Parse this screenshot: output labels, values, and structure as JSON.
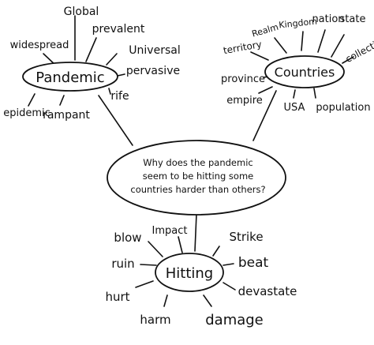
{
  "colors": {
    "ink": "#111111",
    "background": "#ffffff"
  },
  "question": {
    "lines": [
      "Why does the pandemic",
      "seem to be hitting some",
      "countries harder than others?"
    ]
  },
  "pandemic": {
    "label": "Pandemic",
    "words": [
      "Global",
      "prevalent",
      "widespread",
      "Universal",
      "pervasive",
      "rife",
      "epidemic",
      "rampant"
    ]
  },
  "countries": {
    "label": "Countries",
    "words": [
      "Realm",
      "Kingdom",
      "nation",
      "state",
      "territory",
      "collective",
      "province",
      "empire",
      "USA",
      "population"
    ]
  },
  "hitting": {
    "label": "Hitting",
    "words": [
      "blow",
      "Impact",
      "Strike",
      "ruin",
      "beat",
      "hurt",
      "devastate",
      "harm",
      "damage"
    ]
  }
}
